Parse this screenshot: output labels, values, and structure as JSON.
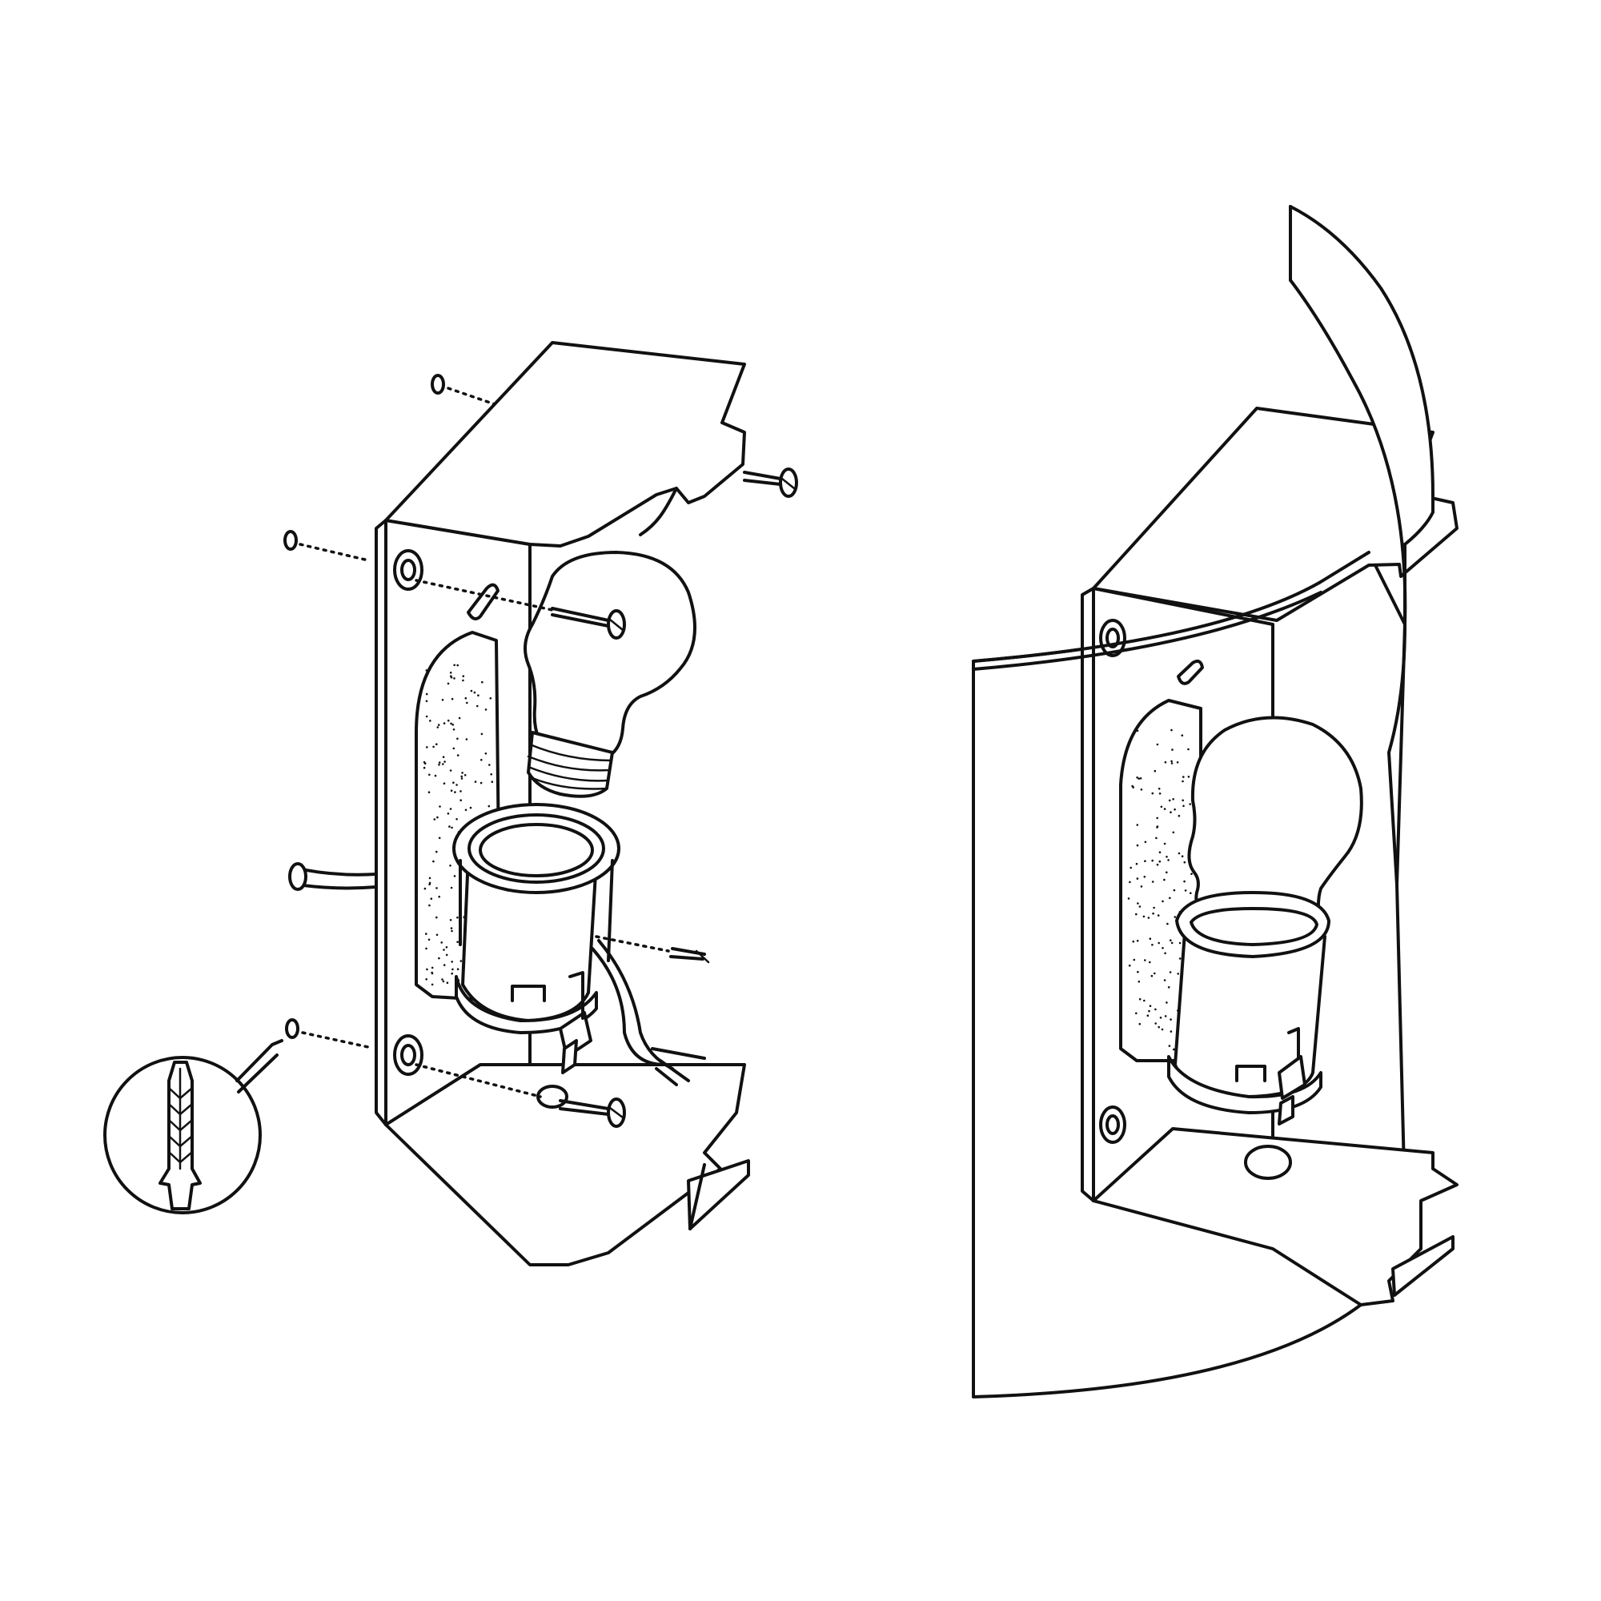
{
  "figure": {
    "type": "exploded-assembly-drawing",
    "line_color": "#111111",
    "background": "#ffffff",
    "views": [
      {
        "id": "exploded-view",
        "parts": [
          "mounting-bracket",
          "light-bulb",
          "lamp-socket",
          "mounting-screws",
          "wall-plugs",
          "power-cable",
          "connector-terminal",
          "wall-plug-detail"
        ]
      },
      {
        "id": "assembled-view",
        "parts": [
          "mounting-bracket",
          "light-bulb",
          "lamp-socket",
          "curved-shade"
        ]
      }
    ],
    "icons": [
      "screw-icon",
      "wall-plug-icon",
      "bulb-icon",
      "socket-icon",
      "cable-icon"
    ]
  }
}
